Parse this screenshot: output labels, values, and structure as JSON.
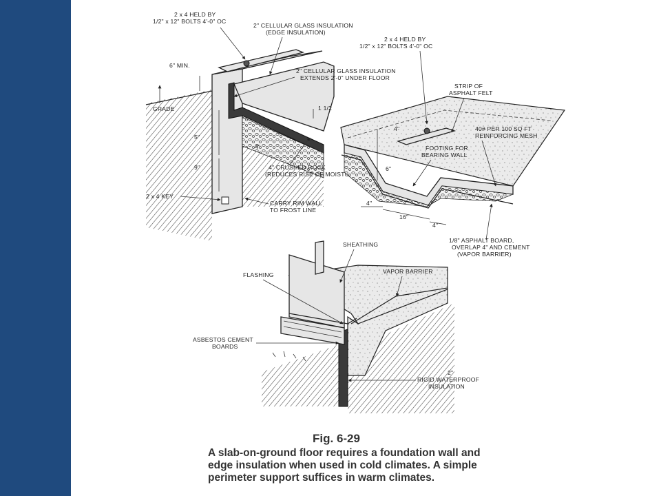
{
  "colors": {
    "sidebar": "#1f4a7e",
    "background": "#ffffff",
    "ink": "#222222"
  },
  "diagram": {
    "top_left_labels": {
      "bolt_note_1": "2 x 4 HELD BY",
      "bolt_note_2": "1/2\" x 12\" BOLTS  4'-0\" OC",
      "edge_ins_1": "2\" CELLULAR GLASS INSULATION",
      "edge_ins_2": "(EDGE INSULATION)",
      "six_min": "6\" MIN.",
      "under_floor_1": "2\" CELLULAR GLASS INSULATION",
      "under_floor_2": "EXTENDS 2'-0\" UNDER FLOOR",
      "grade": "GRADE",
      "one_half": "1 1/2",
      "five": "5\"",
      "four": "4\"",
      "nine": "9\"",
      "rock_1": "4\" CRUSHED ROCK",
      "rock_2": "(REDUCES RISE OF MOISTURE)",
      "key": "2 x 4 KEY",
      "carry_1": "CARRY RIM WALL",
      "carry_2": "TO FROST LINE"
    },
    "top_right_labels": {
      "bolt_note_1": "2 x 4 HELD BY",
      "bolt_note_2": "1/2\" x 12\" BOLTS  4'-0\" OC",
      "strip_1": "STRIP OF",
      "strip_2": "ASPHALT FELT",
      "mesh_1": "40# PER 100 SQ FT",
      "mesh_2": "REINFORCING MESH",
      "footing_1": "FOOTING FOR",
      "footing_2": "BEARING WALL",
      "four_top": "4\"",
      "six": "6\"",
      "four_left": "4\"",
      "sixteen": "16\"",
      "four_right": "4\"",
      "asphalt_1": "1/8\" ASPHALT BOARD,",
      "asphalt_2": "OVERLAP 4\" AND CEMENT",
      "asphalt_3": "(VAPOR BARRIER)"
    },
    "bottom_labels": {
      "sheathing": "SHEATHING",
      "vapor": "VAPOR BARRIER",
      "flashing": "FLASHING",
      "asbestos_1": "ASBESTOS CEMENT",
      "asbestos_2": "BOARDS",
      "rigid_1": "2\"",
      "rigid_2": "RIGID WATERPROOF",
      "rigid_3": "INSULATION"
    }
  },
  "caption": {
    "title": "Fig. 6-29",
    "line1": "A slab-on-ground floor requires a foundation wall and",
    "line2": "edge insulation when used in cold climates. A simple",
    "line3": "perimeter support suffices in warm climates."
  }
}
